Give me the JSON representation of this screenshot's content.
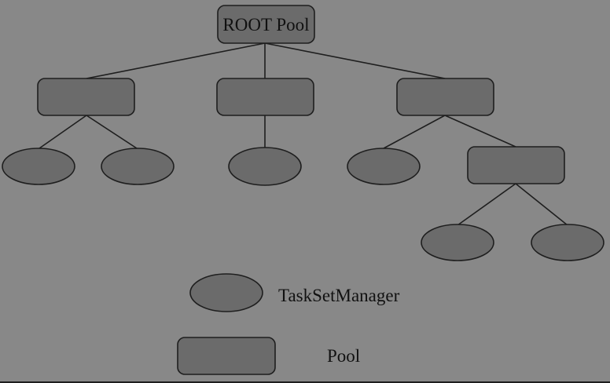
{
  "diagram": {
    "root_label": "ROOT Pool"
  },
  "legend": {
    "task_set_manager_label": "TaskSetManager",
    "pool_label": "Pool"
  },
  "colors": {
    "background": "#888888",
    "node_fill": "#6b6b6b",
    "stroke": "#1e1e1e",
    "text": "#111111"
  }
}
